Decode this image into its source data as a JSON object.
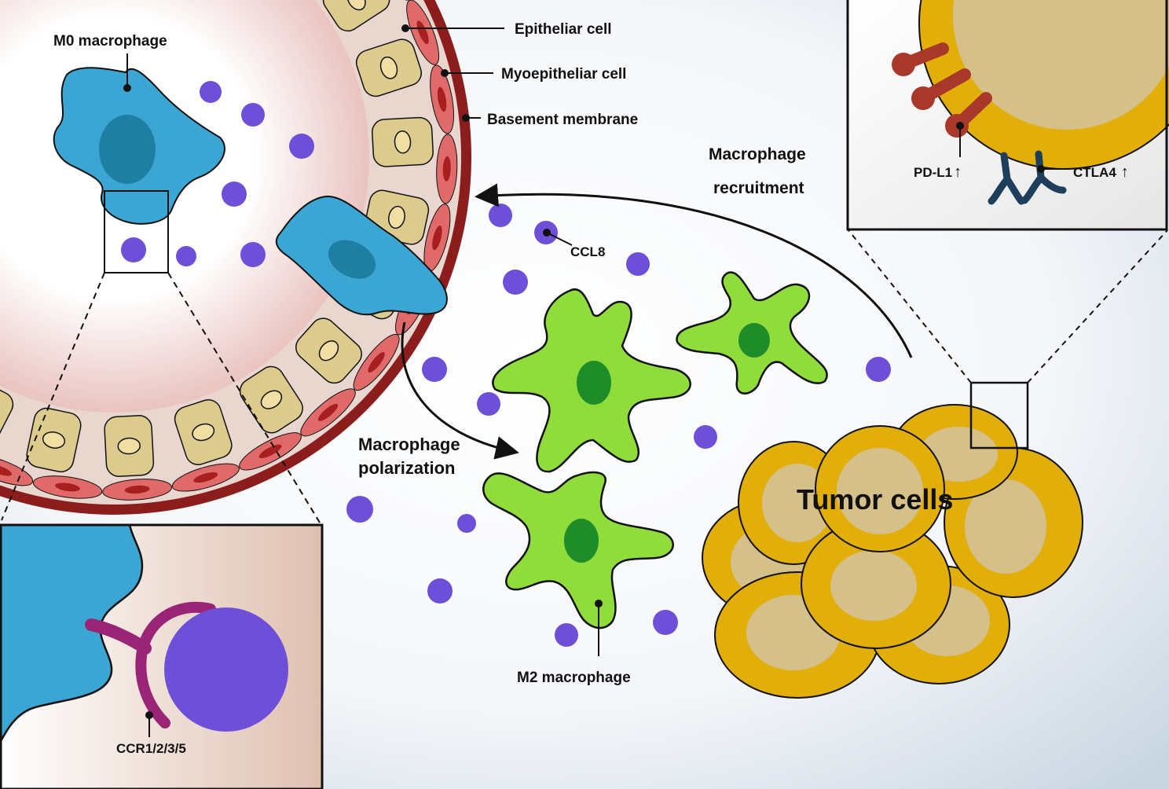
{
  "labels": {
    "m0_macrophage": "M0 macrophage",
    "epithelial_cell": "Epitheliar cell",
    "myoepithelial_cell": "Myoepitheliar cell",
    "basement_membrane": "Basement membrane",
    "macrophage_recruitment_line1": "Macrophage",
    "macrophage_recruitment_line2": "recruitment",
    "macrophage_polarization_line1": "Macrophage",
    "macrophage_polarization_line2": "polarization",
    "ccl8": "CCL8",
    "m2_macrophage": "M2 macrophage",
    "tumor_cells": "Tumor cells",
    "pd_l1": "PD-L1",
    "ctla4": "CTLA4",
    "up_arrow": "↑",
    "ccr": "CCR1/2/3/5"
  },
  "colors": {
    "m0_macrophage": "#3ba6d3",
    "m0_nucleus": "#1f7fa3",
    "m2_macrophage": "#8fdc3a",
    "m2_nucleus": "#1f8c2a",
    "chemokine": "#6e4fd8",
    "tumor_outer": "#e2ae0a",
    "tumor_inner": "#d4c088",
    "epithelial": "#dccb8c",
    "myoepithelial": "#e06a6a",
    "basement_membrane": "#8c1d1d",
    "receptor_ccr": "#9a2476",
    "pd_l1": "#a8382a",
    "ctla4": "#1e3f5c"
  }
}
